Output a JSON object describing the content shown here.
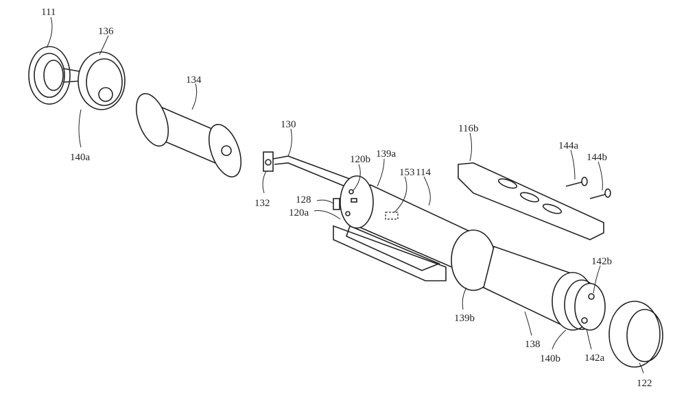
{
  "figure": {
    "labels": {
      "l111": "111",
      "l136": "136",
      "l140a": "140a",
      "l134": "134",
      "l130": "130",
      "l132": "132",
      "l120b": "120b",
      "l139a": "139a",
      "l153": "153",
      "l114": "114",
      "l128": "128",
      "l120a": "120a",
      "l116b": "116b",
      "l144a": "144a",
      "l144b": "144b",
      "l142b": "142b",
      "l139b": "139b",
      "l138": "138",
      "l140b": "140b",
      "l142a": "142a",
      "l122": "122"
    }
  }
}
